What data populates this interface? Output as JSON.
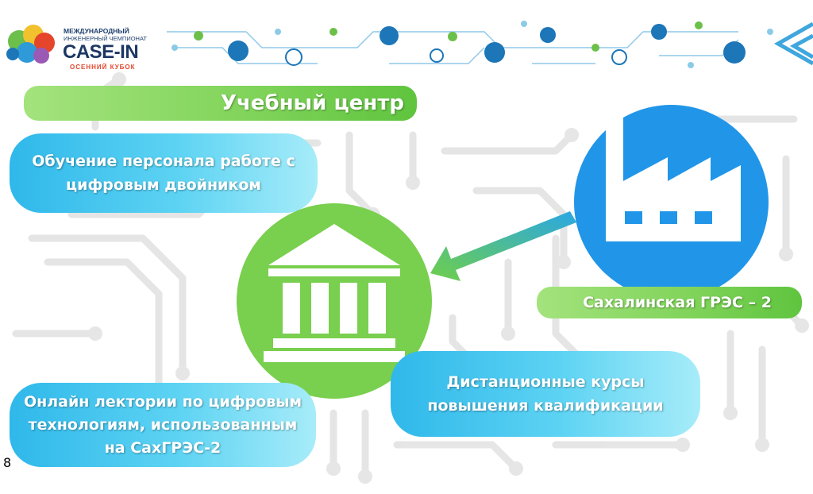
{
  "logo": {
    "line1": "МЕЖДУНАРОДНЫЙ",
    "line2": "ИНЖЕНЕРНЫЙ ЧЕМПИОНАТ",
    "main": "CASE-IN",
    "sub": "ОСЕННИЙ КУБОК"
  },
  "title": "Учебный центр",
  "cards": {
    "staff_training": [
      "Обучение персонала работе с",
      "цифровым двойником"
    ],
    "online_lectures": [
      "Онлайн лектории по цифровым",
      "технологиям, использованным",
      "на СахГРЭС-2"
    ],
    "distance_courses": [
      "Дистанционные курсы",
      "повышения квалификации"
    ]
  },
  "station_label": "Сахалинская ГРЭС – 2",
  "page_number": "8",
  "icons": {
    "center": "university-icon",
    "source": "factory-icon",
    "connector": "arrow-icon"
  },
  "colors": {
    "green": "#79cf4e",
    "blue": "#2196e8",
    "pill_blue": "#3ec1ee",
    "header_blue": "#1c76b8"
  }
}
